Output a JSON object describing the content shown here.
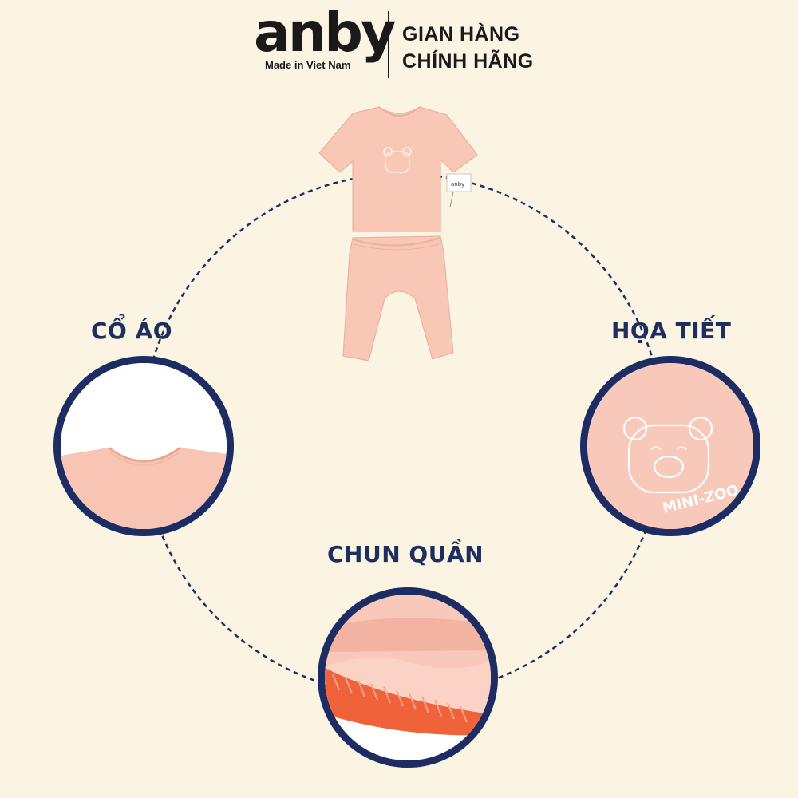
{
  "brand": {
    "logo": "anby",
    "tagline": "Made in Viet Nam"
  },
  "store": {
    "line1": "GIAN HÀNG",
    "line2": "CHÍNH HÃNG"
  },
  "features": {
    "collar": "CỔ ÁO",
    "pattern": "HỌA TIẾT",
    "waistband": "CHUN QUẦN"
  },
  "product": {
    "tag_text": "anby",
    "print_text": "MINI-ZOO"
  },
  "colors": {
    "background": "#fbf4e2",
    "navy": "#1d2c63",
    "fabric_pink": "#f8c9ba",
    "elastic_orange": "#f0623a"
  }
}
